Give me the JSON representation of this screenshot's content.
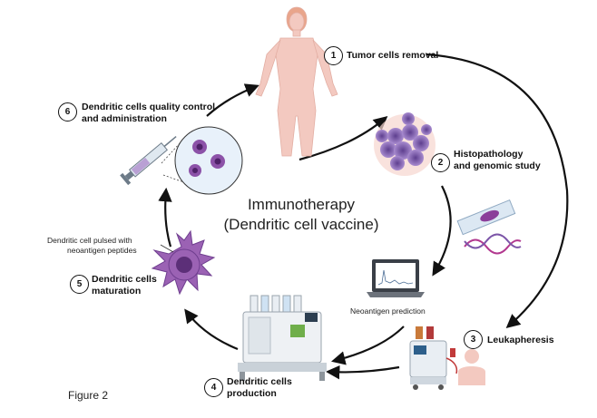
{
  "center_title": {
    "line1": "Immunotherapy",
    "line2": "(Dendritic cell vaccine)"
  },
  "steps": [
    {
      "number": "1",
      "label": "Tumor cells removal"
    },
    {
      "number": "2",
      "label_line1": "Histopathology",
      "label_line2": "and genomic study"
    },
    {
      "number": "3",
      "label": "Leukapheresis"
    },
    {
      "number": "4",
      "label_line1": "Dendritic cells",
      "label_line2": "production"
    },
    {
      "number": "5",
      "label_line1": "Dendritic cells",
      "label_line2": "maturation"
    },
    {
      "number": "6",
      "label_line1": "Dendritic cells quality control",
      "label_line2": "and administration"
    }
  ],
  "annotations": {
    "neoantigen_prediction": "Neoantigen prediction",
    "pulsed_line1": "Dendritic cell pulsed with",
    "pulsed_line2": "neoantigen peptides"
  },
  "figure_label": "Figure 2",
  "colors": {
    "body": "#f3c9c0",
    "tumor": "#7d5ca8",
    "dendritic": "#9b62b4",
    "arrow": "#111111"
  }
}
